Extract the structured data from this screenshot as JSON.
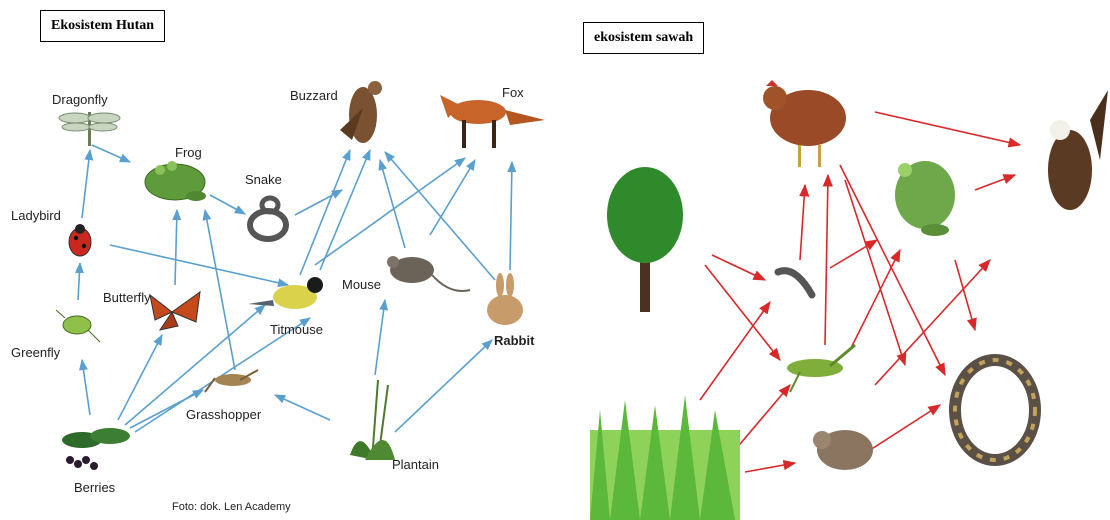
{
  "left_panel": {
    "title": "Ekosistem Hutan",
    "credit": "Foto: dok. Len Academy",
    "organisms": {
      "dragonfly": "Dragonfly",
      "frog": "Frog",
      "snake": "Snake",
      "buzzard": "Buzzard",
      "fox": "Fox",
      "ladybird": "Ladybird",
      "butterfly": "Butterfly",
      "titmouse": "Titmouse",
      "mouse": "Mouse",
      "rabbit": "Rabbit",
      "greenfly": "Greenfly",
      "grasshopper": "Grasshopper",
      "berries": "Berries",
      "plantain": "Plantain"
    },
    "arrow_color": "#5aa0cf"
  },
  "right_panel": {
    "title": "ekosistem sawah",
    "arrow_color": "#d9282a",
    "organisms_icons": [
      "tree-icon",
      "grass-icon",
      "chicken-icon",
      "caterpillar-icon",
      "grasshopper-icon",
      "frog-icon",
      "mouse-icon",
      "eagle-icon",
      "snake-icon"
    ]
  }
}
